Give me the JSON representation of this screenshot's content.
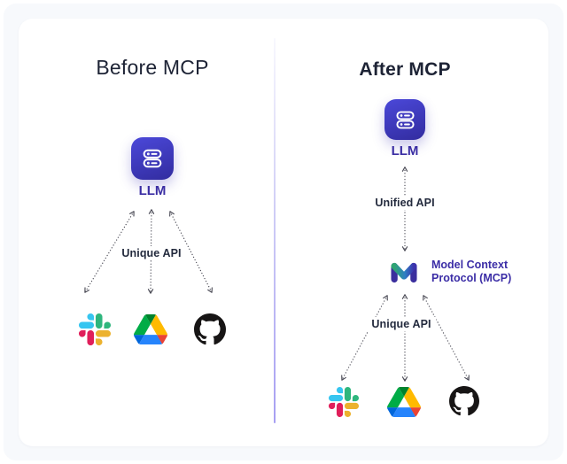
{
  "colors": {
    "outer_bg": "#f7f9fc",
    "card_bg": "#ffffff",
    "title": "#1d2335",
    "brand_purple": "#3a2da3",
    "api_label": "#232a3d",
    "arrow": "#4a4a55",
    "divider_bottom": "#a79ff2",
    "llm_tile_top": "#4b48d9",
    "llm_tile_bottom": "#322c9f"
  },
  "left_panel": {
    "title": "Before MCP",
    "llm_label": "LLM",
    "api_label": "Unique API",
    "icons": [
      "slack",
      "google-drive",
      "github"
    ]
  },
  "right_panel": {
    "title": "After MCP",
    "llm_label": "LLM",
    "unified_api_label": "Unified API",
    "mcp_label": "Model Context Protocol (MCP)",
    "api_label": "Unique API",
    "icons": [
      "slack",
      "google-drive",
      "github"
    ]
  }
}
